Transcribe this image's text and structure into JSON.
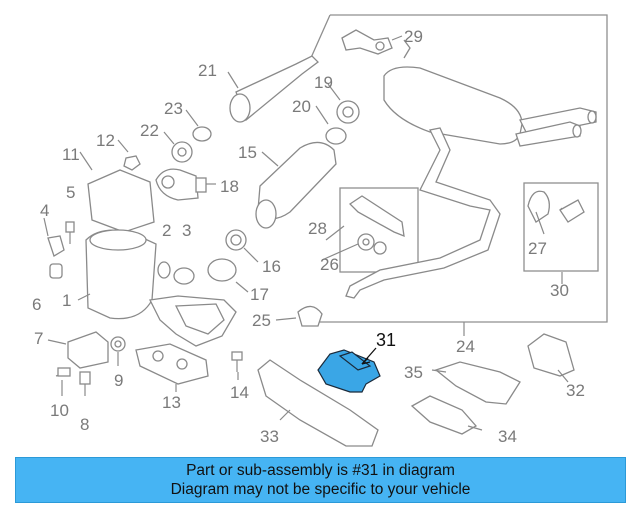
{
  "labels": {
    "l1": "1",
    "l2": "2",
    "l3": "3",
    "l4": "4",
    "l5": "5",
    "l6": "6",
    "l7": "7",
    "l8": "8",
    "l9": "9",
    "l10": "10",
    "l11": "11",
    "l12": "12",
    "l13": "13",
    "l14": "14",
    "l15": "15",
    "l16": "16",
    "l17": "17",
    "l18": "18",
    "l19": "19",
    "l20": "20",
    "l21": "21",
    "l22": "22",
    "l23": "23",
    "l24": "24",
    "l25": "25",
    "l26": "26",
    "l27": "27",
    "l28": "28",
    "l29": "29",
    "l30": "30",
    "l31": "31",
    "l32": "32",
    "l33": "33",
    "l34": "34",
    "l35": "35"
  },
  "highlight": {
    "part": "31",
    "color": "#3aa6e6"
  },
  "banner": {
    "line1": "Part or sub-assembly is #31 in diagram",
    "line2": "Diagram may not be specific to your vehicle",
    "color": "#46b4f3"
  }
}
